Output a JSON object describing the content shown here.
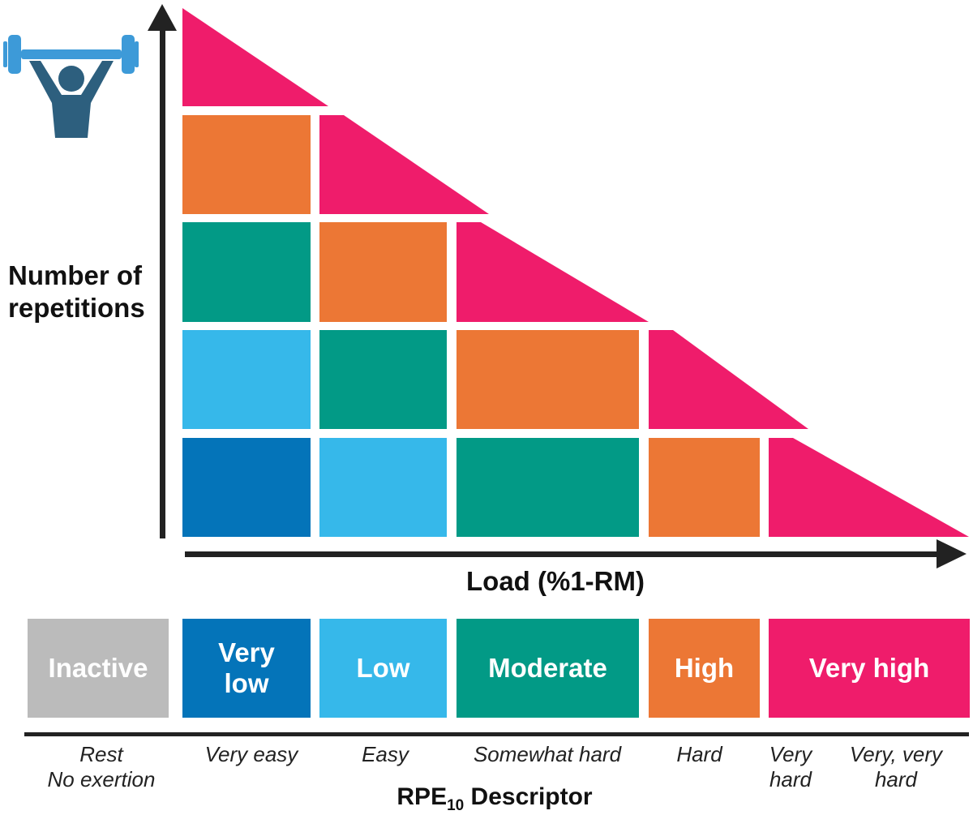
{
  "axes": {
    "ylabel": "Number of repetitions",
    "xlabel": "Load (%1-RM)"
  },
  "colors": {
    "inactive": "#bbbbbb",
    "very_low": "#0474b9",
    "low": "#36b8ea",
    "moderate": "#029a86",
    "high": "#ec7735",
    "very_high": "#ef1c6b"
  },
  "categories": [
    {
      "label": "Inactive",
      "color": "#bbbbbb"
    },
    {
      "label": "Very low",
      "color": "#0474b9"
    },
    {
      "label": "Low",
      "color": "#36b8ea"
    },
    {
      "label": "Moderate",
      "color": "#029a86"
    },
    {
      "label": "High",
      "color": "#ec7735"
    },
    {
      "label": "Very high",
      "color": "#ef1c6b"
    }
  ],
  "descriptors": [
    "Rest\nNo exertion",
    "Very easy",
    "Easy",
    "Somewhat hard",
    "Hard",
    "Very\nhard",
    "Very, very\nhard"
  ],
  "rpe_title": {
    "main": "RPE",
    "sub": "10",
    "rest": " Descriptor"
  },
  "icons": {
    "lifter": "weightlifter-icon"
  }
}
